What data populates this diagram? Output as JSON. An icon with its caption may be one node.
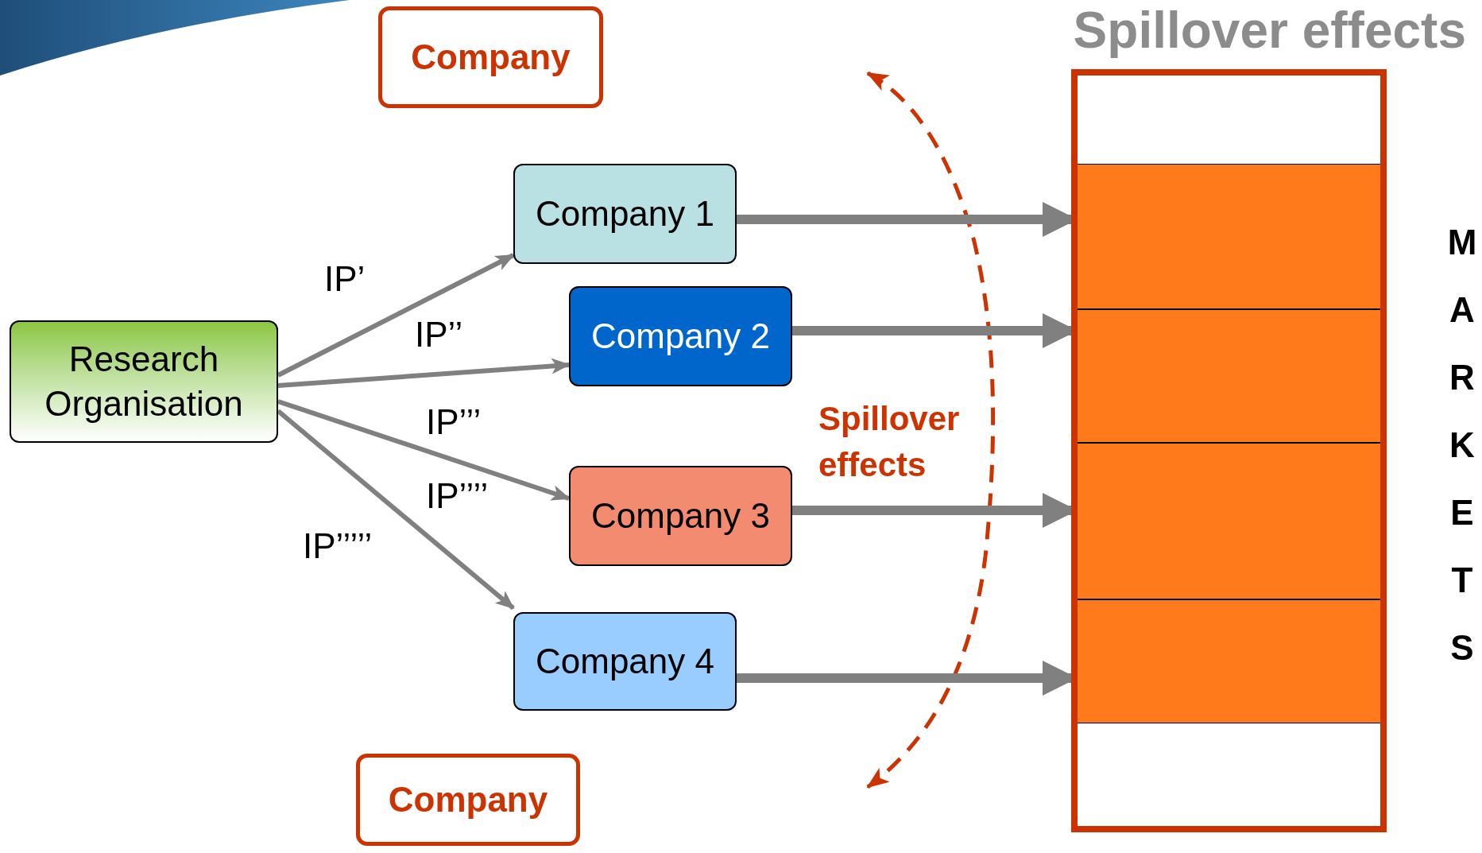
{
  "diagram": {
    "title": "Spillover effects",
    "nodes": [
      {
        "text": [
          "Company"
        ]
      },
      {
        "text": [
          "Company 1"
        ]
      },
      {
        "text": [
          "Research Organisation"
        ]
      },
      {
        "text": [
          "Company 2"
        ]
      },
      {
        "text": [
          "Company 3"
        ]
      },
      {
        "text": [
          "Company 4"
        ]
      },
      {
        "text": [
          "Company"
        ]
      },
      {
        "text": [],
        "shape": "box"
      },
      {
        "text": [],
        "shape": "bar",
        "in": 7
      },
      {
        "text": [],
        "shape": "bar",
        "in": 7
      },
      {
        "text": [],
        "shape": "bar",
        "in": 7
      },
      {
        "text": [],
        "shape": "bar",
        "in": 7
      }
    ],
    "edges": [
      {
        "from": 2,
        "to": 1,
        "arrow": "to"
      },
      {
        "from": 2,
        "to": 3,
        "arrow": "to"
      },
      {
        "from": 2,
        "to": 4,
        "arrow": "to"
      },
      {
        "from": 2,
        "to": 5,
        "arrow": "to"
      },
      {
        "from": 1,
        "to": 8,
        "arrow": "to",
        "style": "thick"
      },
      {
        "from": 3,
        "to": 9,
        "arrow": "to",
        "style": "thick"
      },
      {
        "from": 4,
        "to": 10,
        "arrow": "to",
        "style": "thick"
      },
      {
        "from": 5,
        "to": 11,
        "arrow": "to",
        "style": "thick"
      }
    ],
    "labels": [
      "IP’",
      "IP’’",
      "IP’’’",
      "Spillover effects",
      "IP’’’’",
      "IP’’’’’",
      "MARKETS"
    ]
  }
}
